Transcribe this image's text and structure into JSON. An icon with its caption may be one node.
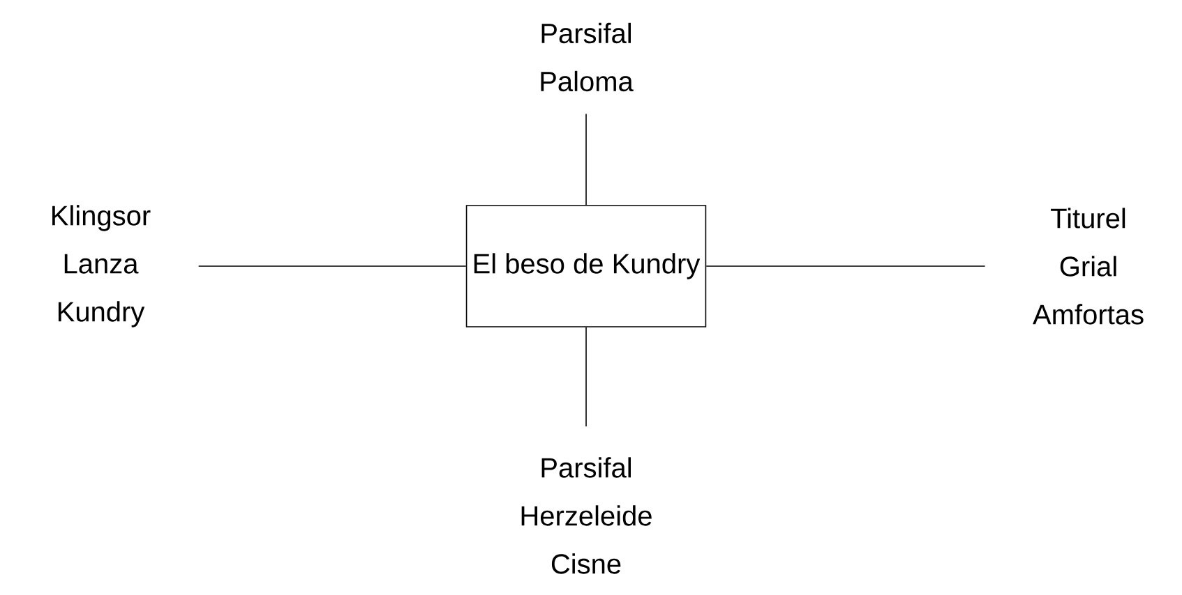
{
  "diagram": {
    "nodes": [
      {
        "text": [
          "El beso de Kundry"
        ]
      },
      {
        "text": [
          "Parsifal",
          "Paloma"
        ]
      },
      {
        "text": [
          "Klingsor",
          "Lanza",
          "Kundry"
        ]
      },
      {
        "text": [
          "Titurel",
          "Grial",
          "Amfortas"
        ]
      },
      {
        "text": [
          "Parsifal",
          "Herzeleide",
          "Cisne"
        ]
      }
    ],
    "edges": [
      {
        "from": 0,
        "to": 1,
        "arrow": "none"
      },
      {
        "from": 0,
        "to": 2,
        "arrow": "none"
      },
      {
        "from": 0,
        "to": 3,
        "arrow": "none"
      },
      {
        "from": 0,
        "to": 4,
        "arrow": "none"
      }
    ]
  }
}
